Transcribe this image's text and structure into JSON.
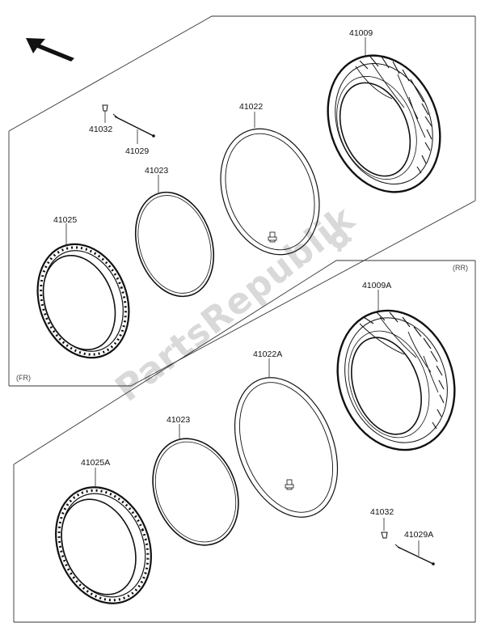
{
  "labels": {
    "tire_front": "41009",
    "tube_front": "41022",
    "valve_front": "41032",
    "spoke_front": "41029",
    "rimband_front": "41023",
    "rim_front": "41025",
    "tire_rear": "41009A",
    "tube_rear": "41022A",
    "rimband_rear": "41023",
    "rim_rear": "41025A",
    "valve_rear": "41032",
    "spoke_rear": "41029A"
  },
  "sections": {
    "front": "(FR)",
    "rear": "(RR)"
  },
  "watermark": "PartsRepublik",
  "icons": {
    "direction": "arrow-upleft-icon",
    "watermark_gear": "gear-icon"
  }
}
